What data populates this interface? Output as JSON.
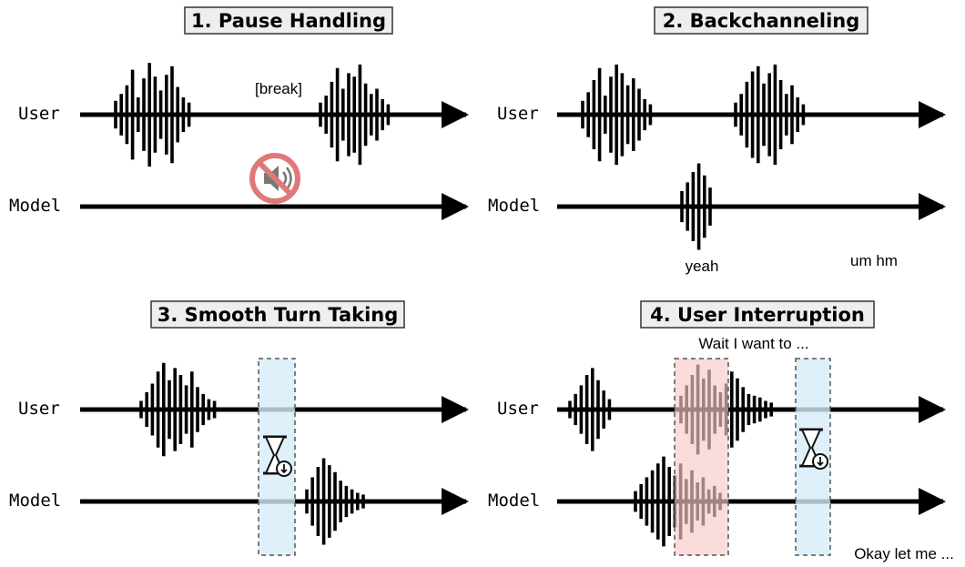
{
  "panels": [
    {
      "title": "1. Pause Handling",
      "user_label": "User",
      "model_label": "Model",
      "annotations": [
        "[break]"
      ],
      "icons": [
        "muted-speaker-icon"
      ]
    },
    {
      "title": "2. Backchanneling",
      "user_label": "User",
      "model_label": "Model",
      "annotations": [
        "yeah",
        "um hm"
      ],
      "icons": []
    },
    {
      "title": "3. Smooth Turn Taking",
      "user_label": "User",
      "model_label": "Model",
      "annotations": [],
      "icons": [
        "hourglass-icon"
      ]
    },
    {
      "title": "4. User Interruption",
      "user_label": "User",
      "model_label": "Model",
      "annotations": [
        "Wait I want to ...",
        "Okay let me ..."
      ],
      "icons": [
        "hourglass-icon"
      ]
    }
  ],
  "colors": {
    "waveform": "#000000",
    "title_box_fill": "#eeeeee",
    "wait_window_fill": "#d6ecf8",
    "overlap_window_fill": "#f6c9c8",
    "mute_icon": "#e0787a"
  }
}
